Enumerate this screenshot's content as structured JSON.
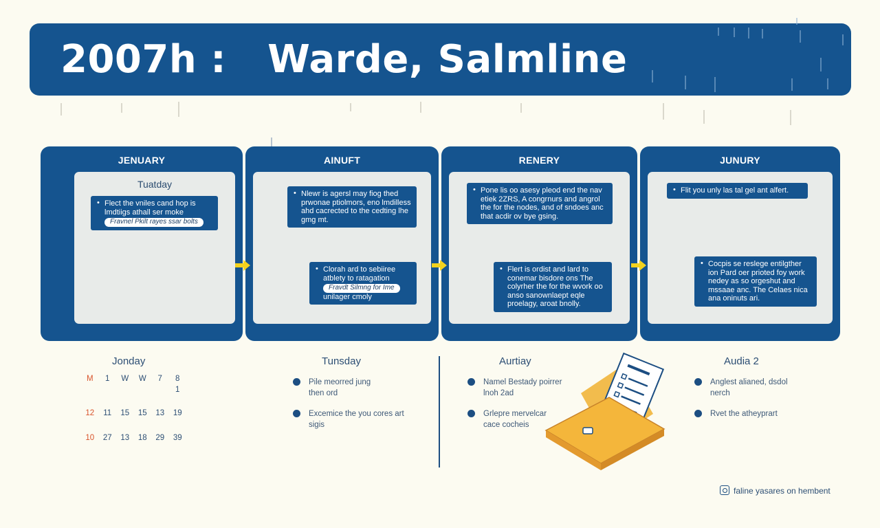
{
  "banner": {
    "title": "2007h :   Warde, Salmline"
  },
  "colors": {
    "primary": "#15548f",
    "panel_inner": "#e8ebe9",
    "arrow": "#f3d21e",
    "accent_red": "#d8532b",
    "folder": "#f4b63b",
    "background": "#fcfbf1"
  },
  "panels": [
    {
      "header": "JENUARY",
      "subtitle": "Tuatday",
      "notes": [
        {
          "text": "Flect the vniles cand hop is lmdtiigs athall ser moke",
          "scribble": "Fravnel Pkilt rayes ssar bolts"
        }
      ]
    },
    {
      "header": "AINUFT",
      "subtitle": "",
      "notes": [
        {
          "text": "Nlewr is agersl may fiog thed prwonae ptiolmors, eno lmdilless ahd cacrected to the cedting lhe gmg mt.",
          "scribble": ""
        },
        {
          "text": "Clorah ard to sebiiree atblety to ratagation",
          "scribble": "Fravdt Silmng for Ime",
          "tail": "unilager cmoly"
        }
      ]
    },
    {
      "header": "RENERY",
      "subtitle": "",
      "notes": [
        {
          "text": "Pone lis oo asesy pleod end the nav etiek 2ZRS, A congrnurs and angrol the for the nodes, and of sndoes anc that acdir ov bye gsing.",
          "scribble": ""
        },
        {
          "text": "Flert is ordist and lard to conemar bisdore ons The colyrher the for the wvork oo anso sanownlaept eqle proelagy, aroat bnolly.",
          "scribble": ""
        }
      ]
    },
    {
      "header": "JUNURY",
      "subtitle": "",
      "notes": [
        {
          "text": "Flit you unly las tal gel ant alfert.",
          "scribble": ""
        },
        {
          "text": "Cocpis se reslege entilgther ion Pard oer prioted foy work nedey as so orgeshut and mssaae anc. The Celaes nica ana oninuts ari.",
          "scribble": ""
        }
      ]
    }
  ],
  "calendar": {
    "header": "Jonday",
    "rows": [
      [
        "M",
        "1",
        "W",
        "W",
        "7",
        "8"
      ],
      [
        "",
        "",
        "",
        "",
        "",
        "1"
      ],
      [
        "12",
        "11",
        "15",
        "15",
        "13",
        "19"
      ],
      [
        "10",
        "27",
        "13",
        "18",
        "29",
        "39"
      ]
    ]
  },
  "columns": [
    {
      "header": "Tunsday",
      "items": [
        [
          "Pile meorred jung",
          "then ord"
        ],
        [
          "Excemice the you cores art",
          "sigis"
        ]
      ]
    },
    {
      "header": "Aurtiay",
      "items": [
        [
          "Namel Bestady poirrer",
          "lnoh 2ad"
        ],
        [
          "Grlepre mervelcar",
          "cace cocheis"
        ]
      ]
    },
    {
      "header": "Audia 2",
      "items": [
        [
          "Anglest alianed, dsdol",
          "nerch"
        ],
        [
          "Rvet the atheyprart"
        ]
      ]
    }
  ],
  "footer": {
    "text": "faline yasares on hembent",
    "icon": "camera-icon"
  }
}
